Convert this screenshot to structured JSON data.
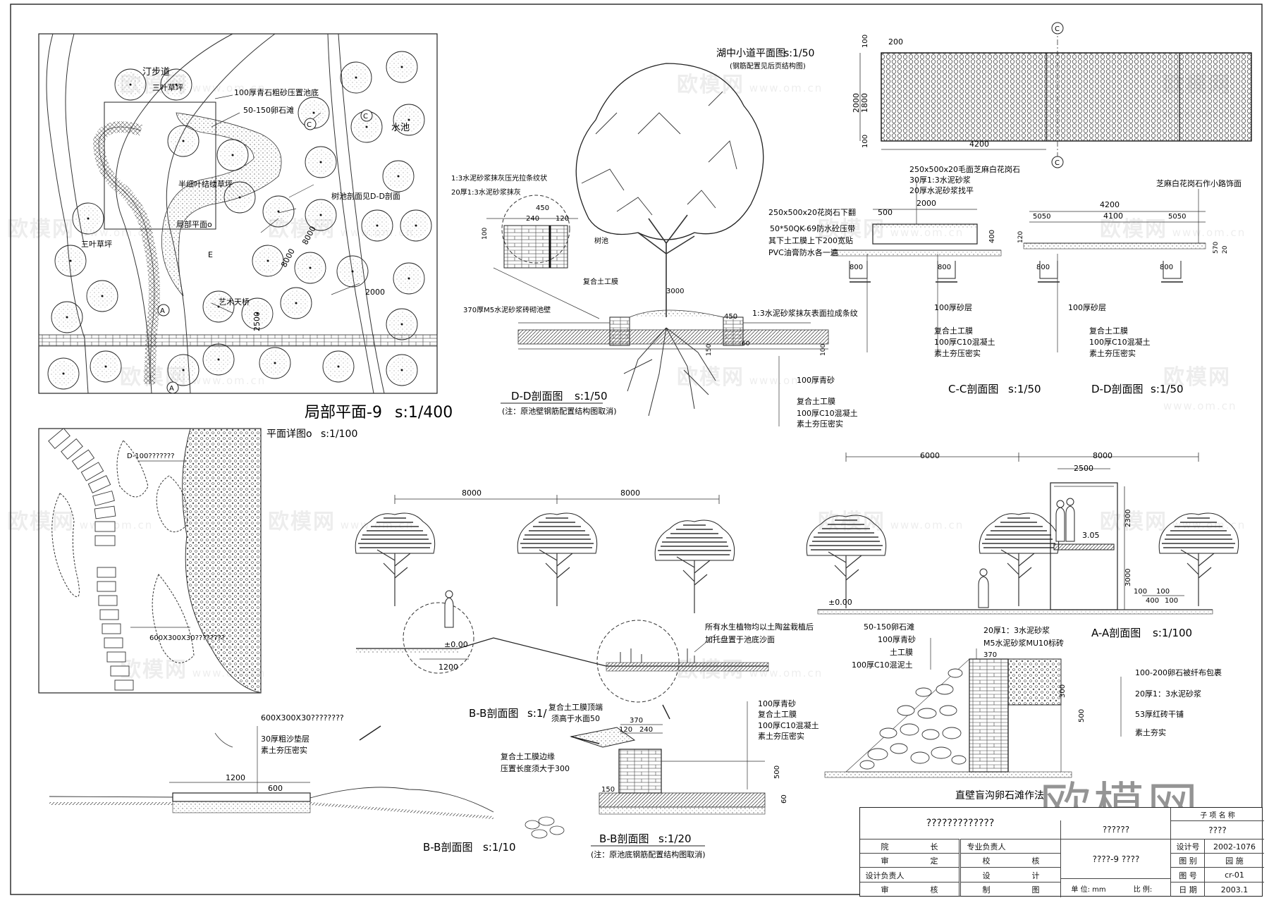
{
  "plan_overview": {
    "title": "局部平面-9",
    "scale": "s:1/400",
    "labels": {
      "stepping_path": "汀步道",
      "clover_lawn_1": "三叶草坪",
      "clover_lawn_2": "三叶草坪",
      "pool_bottom": "100厚青石粗砂压置池底",
      "pebble_beach": "50-150卵石滩",
      "pool": "水池",
      "lawn": "半细叶结缕草坪",
      "tree_pool": "树池剖面见D-D剖面",
      "local_plan": "局部平面o",
      "bridge": "艺术天桥",
      "dim_2500": "2500",
      "dim_8000a": "8000",
      "dim_8000b": "8000",
      "dim_2000": "2000",
      "marker_c": "C",
      "marker_c2": "C",
      "marker_a": "A",
      "marker_a2": "A",
      "marker_e": "E"
    }
  },
  "plan_detail": {
    "title": "平面详图o",
    "scale": "s:1/100",
    "label_d": "D-100???????",
    "label_stone": "600X300X30????????"
  },
  "tree_pool_section": {
    "title": "D-D剖面图",
    "scale": "s:1/50",
    "note": "(注：原池壁钢筋配置结构图取消)",
    "labels": {
      "plaster1": "1:3水泥砂浆抹灰压光拉条纹状",
      "plaster2": "20厚1:3水泥砂浆抹灰",
      "dim_450": "450",
      "dim_240": "240",
      "dim_120": "120",
      "dim_100": "100",
      "tree_pool": "树池",
      "membrane": "复合土工膜",
      "wall": "370厚M5水泥砂浆砖砌池壁",
      "dim_3000": "3000",
      "dim_450b": "450",
      "plaster3": "1:3水泥砂浆抹灰表面拉成条纹",
      "dim_150": "150",
      "dim_60": "60",
      "dim_100b": "100",
      "sand": "100厚青砂",
      "membrane2": "复合土工膜",
      "concrete": "100厚C10混凝土",
      "soil": "素土夯压密实"
    }
  },
  "lake_path_plan": {
    "title": "湖中小道平面图",
    "scale": "s:1/50",
    "note": "(钢筋配置见后页结构图)",
    "dim_200": "200",
    "dim_4200": "4200",
    "dim_2000": "2000",
    "dim_1800": "1800",
    "dim_100a": "100",
    "dim_100b": "100",
    "marker_c": "C",
    "marker_c2": "C"
  },
  "cc_section": {
    "title": "C-C剖面图",
    "scale": "s:1/50",
    "labels": {
      "granite": "250x500x20毛面芝麻白花岗石",
      "mortar1": "30厚1:3水泥砂浆",
      "mortar2": "20厚水泥砂浆找平",
      "dim_2000": "2000",
      "granite_edge": "250x500x20花岗石下翻",
      "dim_500": "500",
      "waterstop": "50*50QK-69防水砼压带",
      "membrane": "其下土工膜上下200宽贴",
      "pvc": "PVC油膏防水各一遍",
      "dim_400": "400",
      "dim_800a": "800",
      "dim_800b": "800",
      "sand": "100厚砂层",
      "membrane2": "复合土工膜",
      "concrete": "100厚C10混凝土",
      "soil": "素土夯压密实"
    }
  },
  "dd_section": {
    "title": "D-D剖面图",
    "scale": "s:1/50",
    "labels": {
      "surface": "芝麻白花岗石作小路饰面",
      "dim_4200": "4200",
      "dim_5050a": "5050",
      "dim_4100": "4100",
      "dim_5050b": "5050",
      "dim_120": "120",
      "dim_570": "570",
      "dim_20": "20",
      "dim_800a": "800",
      "dim_800b": "800",
      "sand": "100厚砂层",
      "membrane": "复合土工膜",
      "concrete": "100厚C10混凝土",
      "soil": "素土夯压密实"
    }
  },
  "bb_section_tree": {
    "title": "B-B剖面图",
    "scale": "s:1/",
    "dim_8000a": "8000",
    "dim_8000b": "8000",
    "dim_1200": "1200",
    "level": "±0.00",
    "note1": "所有水生植物均以土陶盆栽植后",
    "note2": "加托盘置于池底沙面",
    "note3": "复合土工膜顶端",
    "note4": "须高于水面50"
  },
  "aa_section": {
    "title": "A-A剖面图",
    "scale": "s:1/100",
    "dim_6000": "6000",
    "dim_8000": "8000",
    "dim_2500": "2500",
    "dim_2300": "2300",
    "dim_3000": "3000",
    "dim_100a": "100",
    "dim_100b": "100",
    "dim_400": "400",
    "dim_100c": "100",
    "level1": "3.05",
    "level2": "±0.00"
  },
  "pebble_ditch": {
    "title": "直壁盲沟卵石滩作法",
    "labels": {
      "pebble": "50-150卵石滩",
      "sand": "100厚青砂",
      "membrane": "土工膜",
      "concrete": "100厚C10混泥土",
      "mortar": "20厚1：3水泥砂浆",
      "brick": "M5水泥砂浆MU10标砖",
      "dim_370": "370",
      "dim_300": "300",
      "dim_500": "500",
      "pebble2": "100-200卵石被纤布包裹",
      "mortar2": "20厚1：3水泥砂浆",
      "brick2": "53厚红砖干铺",
      "soil": "素土夯实"
    }
  },
  "bb_section_path": {
    "title": "B-B剖面图",
    "scale": "s:1/10",
    "labels": {
      "stone": "600X300X30????????",
      "gravel": "30厚粗沙垫层",
      "soil": "素土夯压密实",
      "dim_1200": "1200",
      "dim_600": "600"
    }
  },
  "bb_section_edge": {
    "title": "B-B剖面图",
    "scale": "s:1/20",
    "note": "(注：原池底钢筋配置结构图取消)",
    "labels": {
      "edge1": "复合土工膜边缘",
      "edge2": "压置长度须大于300",
      "dim_370": "370",
      "dim_120": "120",
      "dim_240": "240",
      "dim_150": "150",
      "dim_500": "500",
      "dim_60": "60",
      "sand": "100厚青砂",
      "membrane": "复合土工膜",
      "concrete": "100厚C10混凝土",
      "soil": "素土夯压密实"
    }
  },
  "title_block": {
    "project": "?????????????",
    "sub_project": "??????",
    "sub_name_label": "子 项 名 称",
    "sub_name": "????",
    "drawing_name": "????-9 ????",
    "unit_label": "单 位: mm",
    "ratio_label": "比 例:",
    "rows": [
      [
        "院",
        "长"
      ],
      [
        "审",
        "定"
      ],
      [
        "设计负责人",
        ""
      ],
      [
        "审",
        "核"
      ]
    ],
    "rows2": [
      [
        "专业负责人",
        ""
      ],
      [
        "校",
        "核"
      ],
      [
        "设",
        "计"
      ],
      [
        "制",
        "图"
      ]
    ],
    "design_no_label": "设计号",
    "design_no": "2002-1076",
    "category_label": "图 别",
    "category": "园 施",
    "drawing_no_label": "图 号",
    "drawing_no": "cr-01",
    "date_label": "日 期",
    "date": "2003.1"
  },
  "watermark": {
    "brand": "欧模网",
    "url": "www.om.cn"
  }
}
